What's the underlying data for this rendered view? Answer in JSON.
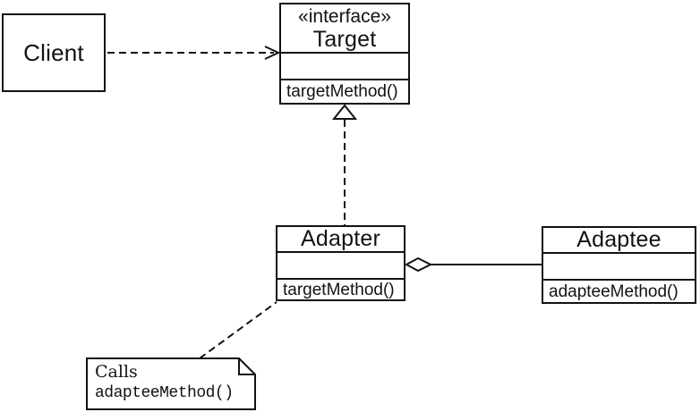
{
  "colors": {
    "line": "#121212",
    "background": "#ffffff",
    "text": "#121212"
  },
  "classes": {
    "client": {
      "name": "Client"
    },
    "target": {
      "stereotype": "«interface»",
      "name": "Target",
      "method": "targetMethod()"
    },
    "adapter": {
      "name": "Adapter",
      "method": "targetMethod()"
    },
    "adaptee": {
      "name": "Adaptee",
      "method": "adapteeMethod()"
    }
  },
  "note": {
    "line1": "Calls",
    "line2": "adapteeMethod()"
  }
}
